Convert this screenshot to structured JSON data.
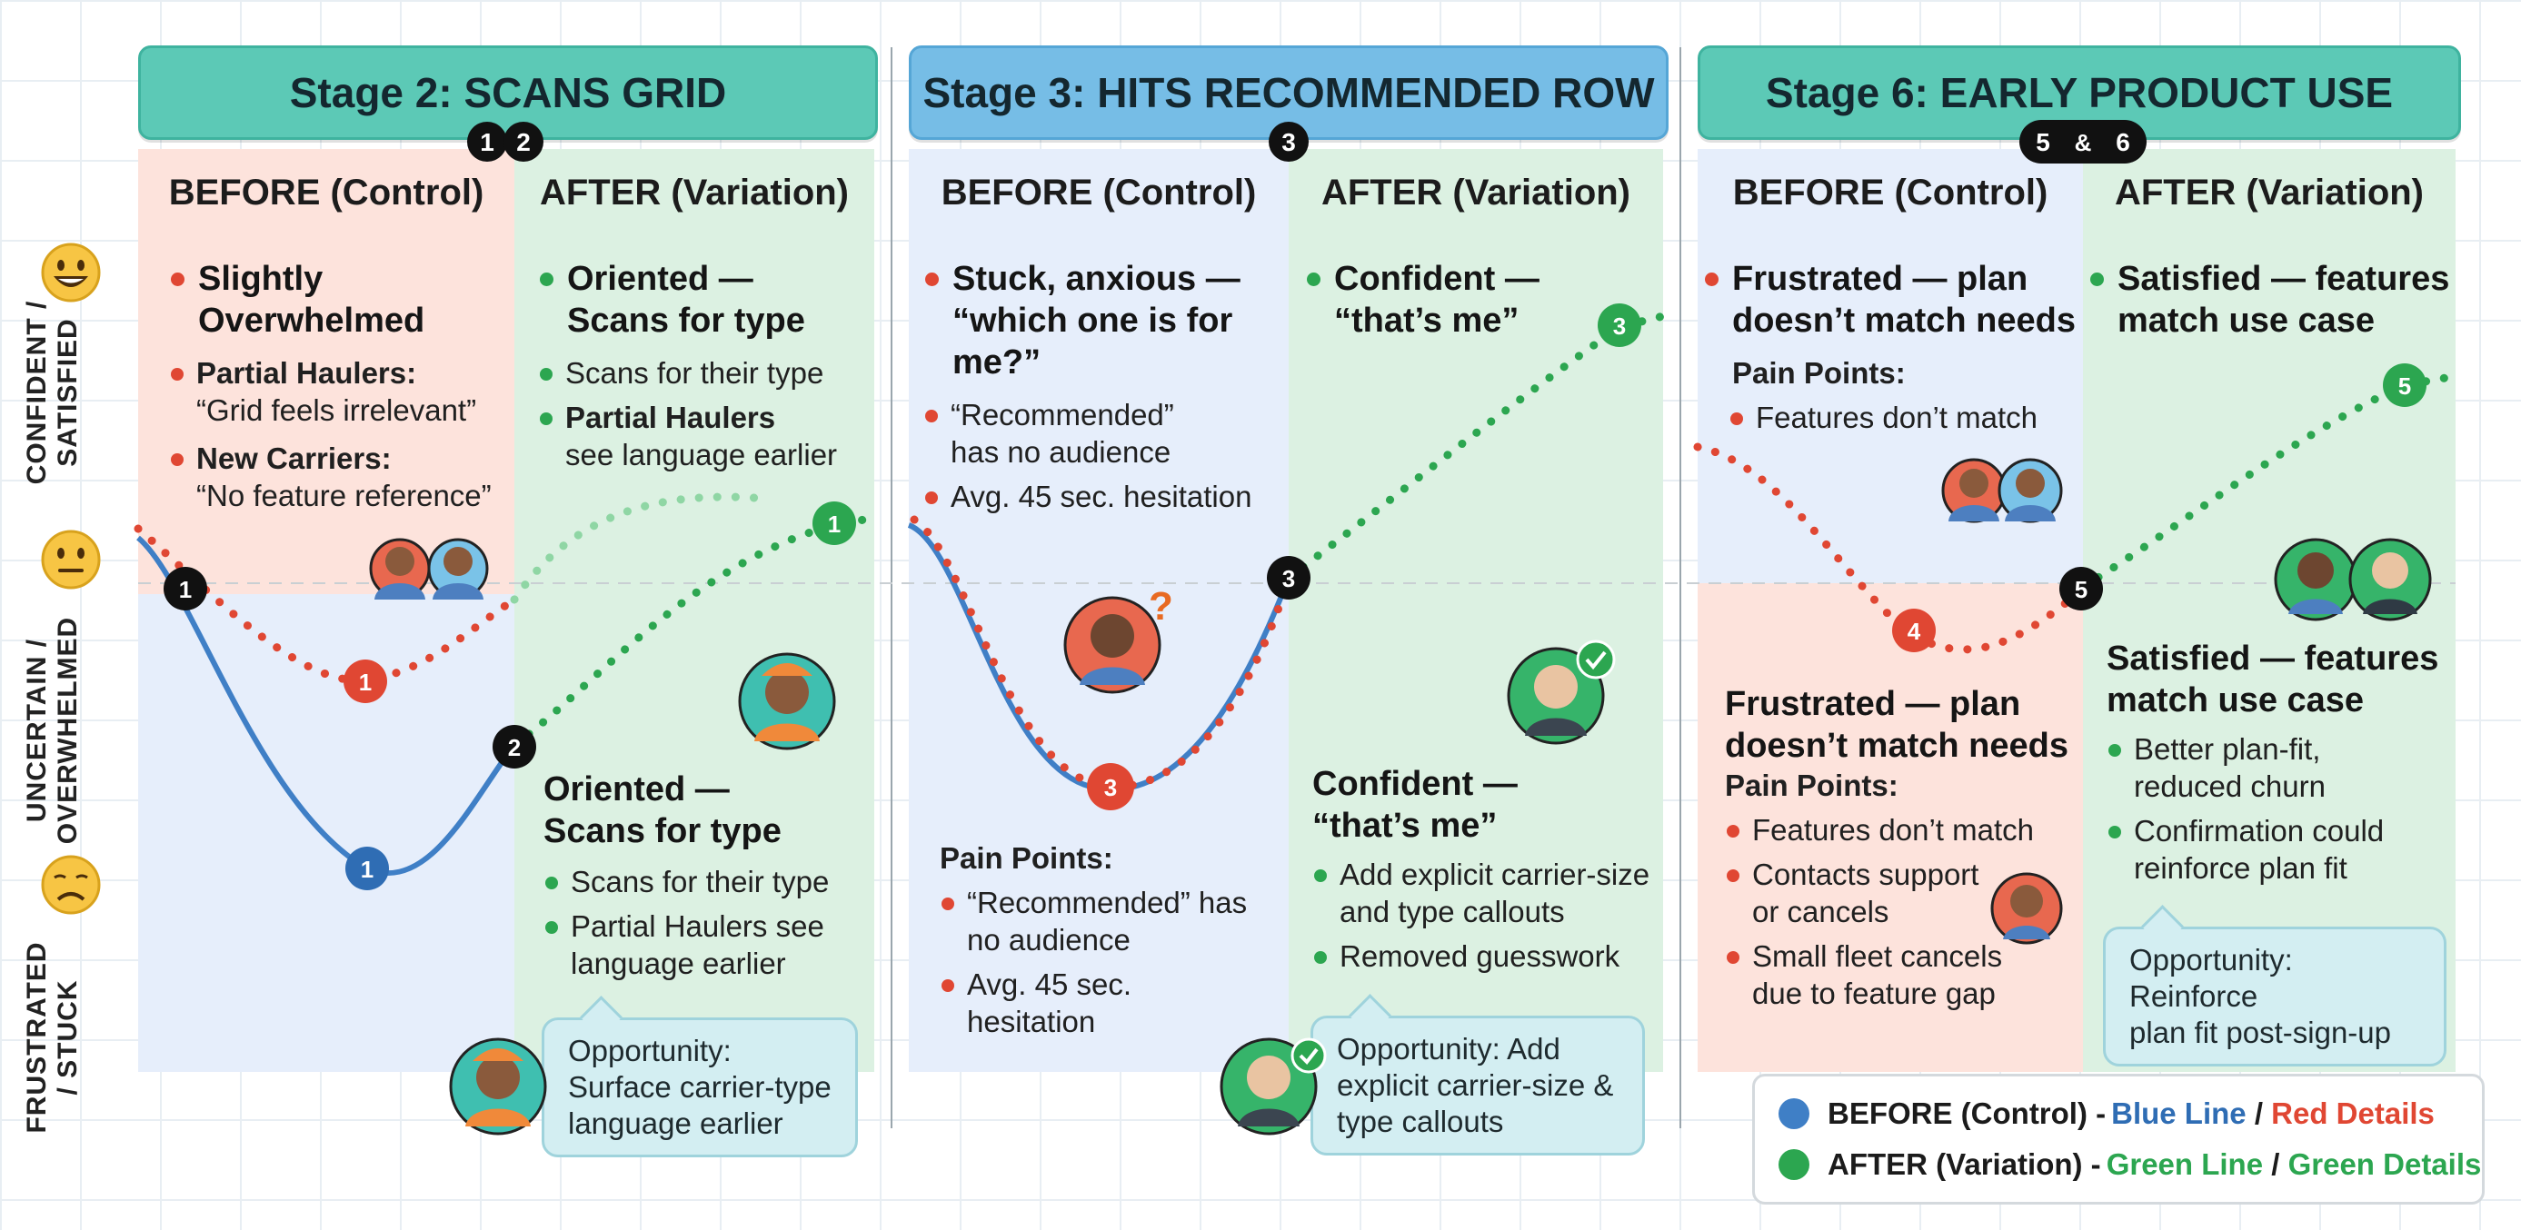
{
  "zones": {
    "top": "CONFIDENT /\nSATISFIED",
    "middle": "UNCERTAIN /\nOVERWHELMED",
    "bottom": "FRUSTRATED\n/ STUCK"
  },
  "stages": [
    {
      "title": "Stage 2: SCANS GRID",
      "step_badge": [
        "1",
        "2"
      ],
      "before": {
        "header": "BEFORE (Control)",
        "headline": "Slightly\nOverwhelmed",
        "items": [
          {
            "bold": "Partial Haulers:",
            "text": "“Grid feels irrelevant”"
          },
          {
            "bold": "New Carriers:",
            "text": "“No feature reference”"
          }
        ]
      },
      "after": {
        "header": "AFTER (Variation)",
        "headline": "Oriented —\nScans for type",
        "items": [
          "Scans for their type"
        ],
        "bold_item": {
          "bold": "Partial Haulers",
          "text": "see language earlier"
        },
        "headline2": "Oriented —\nScans for type",
        "items2": [
          "Scans for their type",
          "Partial Haulers see\nlanguage earlier"
        ],
        "opportunity": "Opportunity:\nSurface carrier-type\nlanguage earlier"
      },
      "markers": {
        "before": "1",
        "after": "2",
        "low": "1",
        "red": "1",
        "green": "1"
      }
    },
    {
      "title": "Stage 3: HITS RECOMMENDED ROW",
      "step_badge": [
        "3"
      ],
      "before": {
        "header": "BEFORE (Control)",
        "headline": "Stuck, anxious —\n“which one is for me?”",
        "items": [
          "“Recommended”\nhas no audience",
          "Avg. 45 sec. hesitation"
        ],
        "pain_title": "Pain Points:",
        "pain_items": [
          "“Recommended” has\nno audience",
          "Avg. 45 sec.\nhesitation"
        ]
      },
      "after": {
        "header": "AFTER (Variation)",
        "headline": "Confident —\n“that’s me”",
        "headline2": "Confident —\n“that’s me”",
        "items2": [
          "Add explicit carrier-size\nand type callouts",
          "Removed guesswork"
        ],
        "opportunity": "Opportunity: Add\nexplicit carrier-size &\ntype callouts"
      },
      "markers": {
        "join": "3",
        "low": "3",
        "green": "3"
      }
    },
    {
      "title": "Stage 6: EARLY PRODUCT USE",
      "step_badge": [
        "5",
        "&",
        "6"
      ],
      "before": {
        "header": "BEFORE (Control)",
        "headline": "Frustrated — plan\ndoesn’t match needs",
        "pain_title": "Pain Points:",
        "items": [
          "Features don’t match"
        ],
        "headline2": "Frustrated — plan\ndoesn’t match needs",
        "pain_title2": "Pain Points:",
        "items2": [
          "Features don’t match",
          "Contacts support\nor cancels",
          "Small fleet cancels\ndue to feature gap"
        ]
      },
      "after": {
        "header": "AFTER (Variation)",
        "headline": "Satisfied — features\nmatch use case",
        "headline2": "Satisfied — features\nmatch use case",
        "items2": [
          "Better plan-fit,\nreduced churn",
          "Confirmation could\nreinforce plan fit"
        ],
        "opportunity": "Opportunity: Reinforce\nplan fit post-sign-up"
      },
      "markers": {
        "low": "4",
        "join": "5",
        "green": "5"
      }
    }
  ],
  "legend": {
    "before_label": "BEFORE (Control) - ",
    "before_line": "Blue Line",
    "sep": " / ",
    "before_details": "Red Details",
    "after_label": "AFTER (Variation) - ",
    "after_line": "Green Line",
    "after_details": "Green Details"
  },
  "colors": {
    "blue_line": "#3f7fc6",
    "red_dots": "#e04733",
    "green_dots": "#2ca650",
    "teal_header": "#5cc9b6",
    "blue_header": "#76bde6"
  },
  "icons": [
    "happy-face-icon",
    "neutral-face-icon",
    "sad-face-icon",
    "user-avatar-icon",
    "question-mark-icon",
    "check-badge-icon"
  ]
}
